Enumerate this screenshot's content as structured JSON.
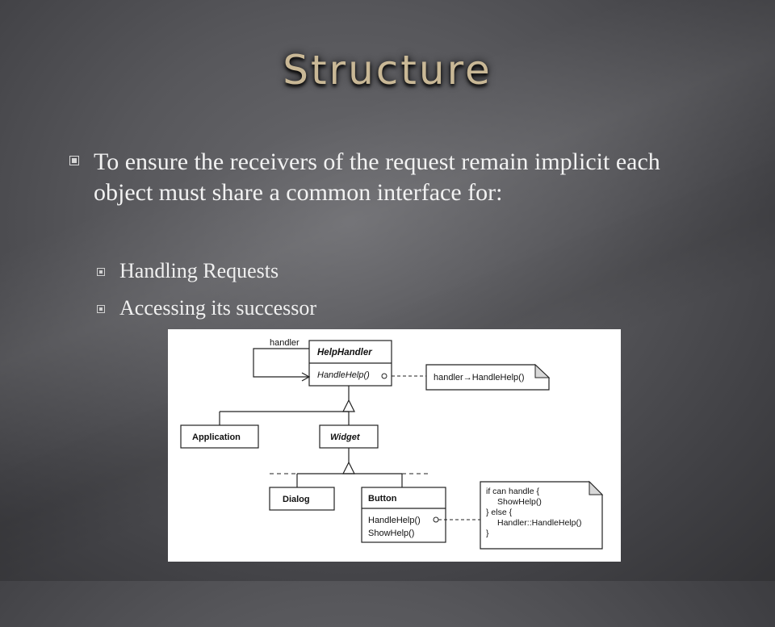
{
  "slide": {
    "title": "Structure",
    "bullet": "To ensure the receivers of the request remain implicit each object must share a common interface for:",
    "sub_bullets": [
      "Handling Requests",
      "Accessing its successor"
    ]
  },
  "diagram": {
    "self_link_label": "handler",
    "classes": {
      "helphandler": {
        "name": "HelpHandler",
        "method": "HandleHelp()"
      },
      "application": {
        "name": "Application"
      },
      "widget": {
        "name": "Widget"
      },
      "dialog": {
        "name": "Dialog"
      },
      "button": {
        "name": "Button",
        "methods": [
          "HandleHelp()",
          "ShowHelp()"
        ]
      }
    },
    "notes": {
      "handler_note": "handler→HandleHelp()",
      "button_note": [
        "if can handle {",
        "ShowHelp()",
        "} else {",
        "Handler::HandleHelp()",
        "}"
      ]
    }
  },
  "colors": {
    "title": "#c9b896",
    "background": "#57575b",
    "text": "#f2f2f2"
  }
}
